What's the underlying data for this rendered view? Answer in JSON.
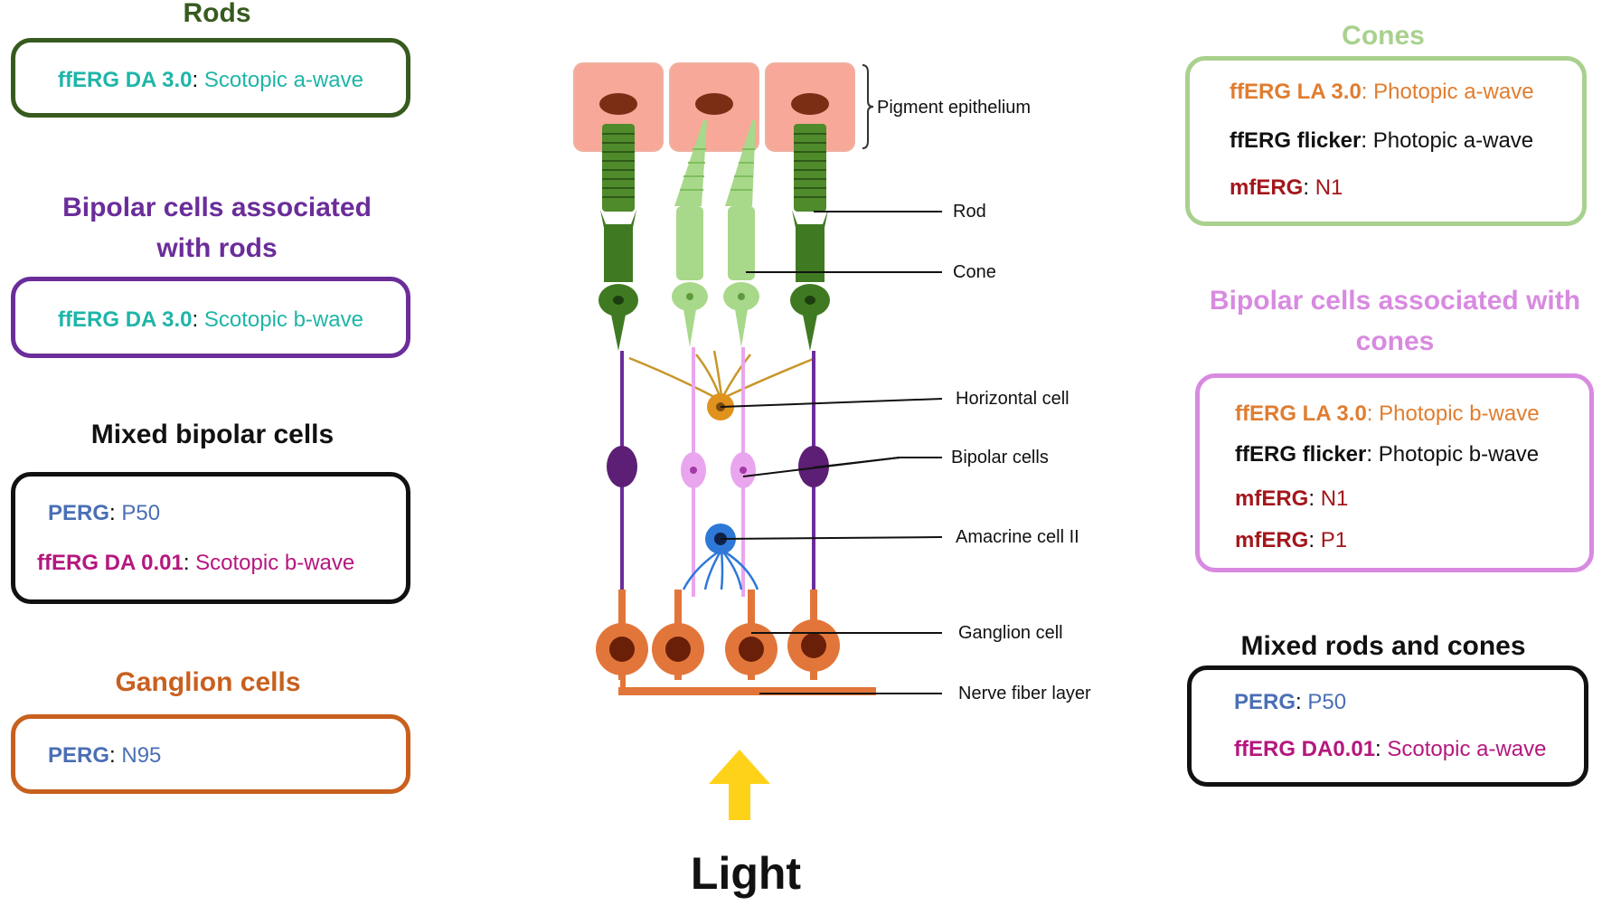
{
  "colors": {
    "rods": "#375a1e",
    "bipolar_rods": "#6b2d9a",
    "mixed": "#111111",
    "ganglion": "#c8601e",
    "cones": "#a9d18e",
    "bipolar_cones": "#d88ae0",
    "teal": "#1fb5a8",
    "blue": "#4a6fb5",
    "magenta": "#b5177e",
    "orange": "#e07d30",
    "darkred": "#a3171c"
  },
  "left": {
    "rods": {
      "heading": "Rods",
      "lines": [
        {
          "tech": "ffERG DA 3.0",
          "sep": ": ",
          "value": "Scotopic a-wave"
        }
      ]
    },
    "bipolar_rods": {
      "heading_line1": "Bipolar cells associated",
      "heading_line2": "with rods",
      "lines": [
        {
          "tech": "ffERG DA 3.0",
          "sep": ": ",
          "value": "Scotopic b-wave"
        }
      ]
    },
    "mixed_bipolar": {
      "heading": "Mixed bipolar cells",
      "lines": [
        {
          "tech": "PERG",
          "sep": ": ",
          "value": "P50"
        },
        {
          "tech": "ffERG DA 0.01",
          "sep": ": ",
          "value": "Scotopic b-wave"
        }
      ]
    },
    "ganglion": {
      "heading": "Ganglion cells",
      "lines": [
        {
          "tech": "PERG",
          "sep": ": ",
          "value": "N95"
        }
      ]
    }
  },
  "right": {
    "cones": {
      "heading": "Cones",
      "lines": [
        {
          "tech": "ffERG LA 3.0",
          "sep": ": ",
          "value": "Photopic a-wave"
        },
        {
          "tech": "ffERG flicker",
          "sep": ": ",
          "value": "Photopic a-wave"
        },
        {
          "tech": "mfERG",
          "sep": ": ",
          "value": "N1"
        }
      ]
    },
    "bipolar_cones": {
      "heading_line1": "Bipolar cells associated with",
      "heading_line2": "cones",
      "lines": [
        {
          "tech": "ffERG LA 3.0",
          "sep": ": ",
          "value": "Photopic b-wave"
        },
        {
          "tech": "ffERG flicker",
          "sep": ": ",
          "value": "Photopic b-wave"
        },
        {
          "tech": "mfERG",
          "sep": ": ",
          "value": "N1"
        },
        {
          "tech": "mfERG",
          "sep": ": ",
          "value": "P1"
        }
      ]
    },
    "mixed_rods_cones": {
      "heading": "Mixed rods and cones",
      "lines": [
        {
          "tech": "PERG",
          "sep": ": ",
          "value": "P50"
        },
        {
          "tech": "ffERG DA0.01",
          "sep": ": ",
          "value": "Scotopic a-wave"
        }
      ]
    }
  },
  "diagram": {
    "labels": {
      "pigment": "Pigment epithelium",
      "rod": "Rod",
      "cone": "Cone",
      "horizontal": "Horizontal cell",
      "bipolar": "Bipolar cells",
      "amacrine": "Amacrine cell II",
      "ganglion": "Ganglion cell",
      "nerve": "Nerve fiber layer"
    },
    "light_label": "Light"
  }
}
